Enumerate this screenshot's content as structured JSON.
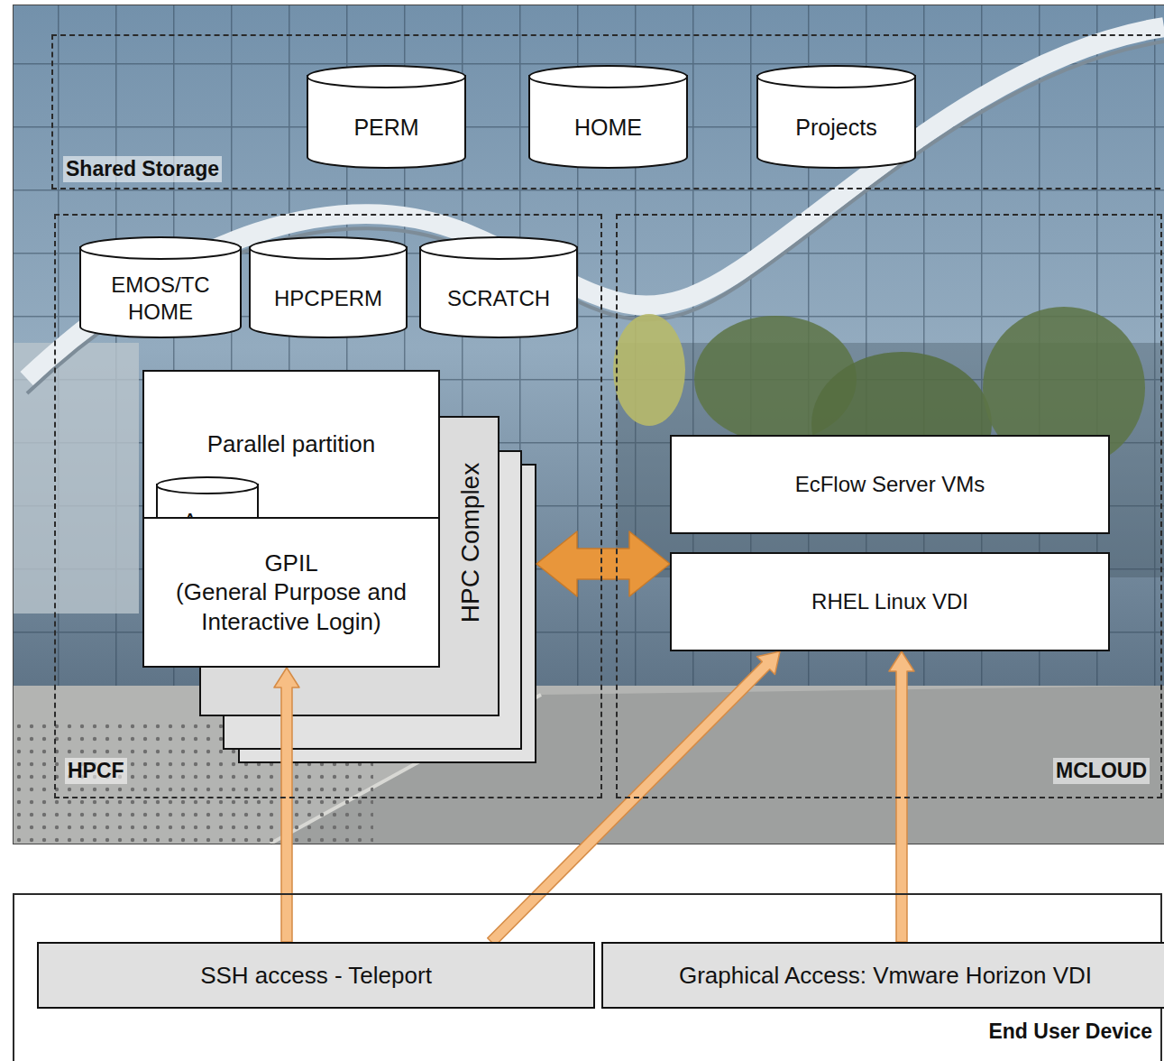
{
  "diagram": {
    "nodes": [
      {
        "text": [
          "Shared Storage"
        ]
      },
      {
        "text": [
          "PERM"
        ],
        "in": 0
      },
      {
        "text": [
          "HOME"
        ],
        "in": 0
      },
      {
        "text": [
          "Projects"
        ],
        "in": 0
      },
      {
        "text": [
          "HPCF"
        ]
      },
      {
        "text": [
          "EMOS/TC HOME"
        ],
        "in": 4
      },
      {
        "text": [
          "HPCPERM"
        ],
        "in": 4
      },
      {
        "text": [
          "SCRATCH"
        ],
        "in": 4
      },
      {
        "text": [
          "HPC Complex"
        ],
        "in": 4
      },
      {
        "text": [
          "Parallel partition"
        ],
        "in": 8
      },
      {
        "text": [
          "Apps"
        ],
        "in": 8
      },
      {
        "text": [
          "GPIL",
          "(General Purpose and Interactive Login)"
        ],
        "in": 8
      },
      {
        "text": [
          "MCLOUD"
        ]
      },
      {
        "text": [
          "EcFlow Server VMs"
        ],
        "in": 12
      },
      {
        "text": [
          "RHEL Linux VDI"
        ],
        "in": 12
      },
      {
        "text": [
          "End User Device"
        ]
      },
      {
        "text": [
          "SSH access - Teleport"
        ],
        "in": 15
      },
      {
        "text": [
          "Graphical Access: Vmware Horizon VDI"
        ],
        "in": 15
      }
    ],
    "edges": [
      {
        "from": 16,
        "to": 11,
        "arrow": "to"
      },
      {
        "from": 16,
        "to": 14,
        "arrow": "to"
      },
      {
        "from": 17,
        "to": 14,
        "arrow": "to"
      },
      {
        "from": 8,
        "to": 14,
        "arrow": "both"
      }
    ]
  }
}
